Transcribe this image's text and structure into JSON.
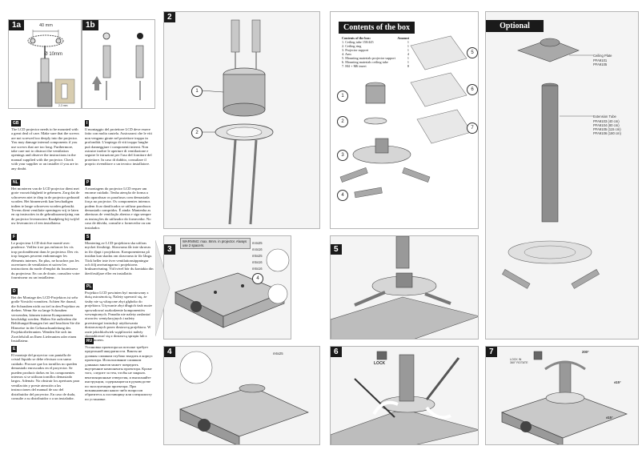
{
  "panels": {
    "p1a": "1a",
    "p1b": "1b",
    "p2": "2",
    "p3": "3",
    "p4": "4",
    "p5": "5",
    "p6": "6",
    "p7": "7"
  },
  "diagram1a": {
    "dim_40": "40 mm",
    "dim_10": "Ø 10mm",
    "dim_small": "2-3 mm"
  },
  "callouts": {
    "c1": "1",
    "c2": "2",
    "c3": "3",
    "c4": "4",
    "c5": "5",
    "c6": "6",
    "c7": "7"
  },
  "contents": {
    "header": "Contents of the box",
    "title": "Contents of the box:",
    "amount_label": "Amount",
    "items": [
      {
        "name": "1. Ceiling tube 150/445",
        "amount": "1"
      },
      {
        "name": "2. Ceiling ring",
        "amount": "1"
      },
      {
        "name": "3. Projector support",
        "amount": "1"
      },
      {
        "name": "4. Arm",
        "amount": "4"
      },
      {
        "name": "5. Mounting materials projector support",
        "amount": "1"
      },
      {
        "name": "6. Mounting materials ceiling tube",
        "amount": "1"
      },
      {
        "name": "7. M4 + M6 insert",
        "amount": "8"
      }
    ]
  },
  "optional": {
    "header": "Optional",
    "ceiling_plate": "Ceiling Plate",
    "ceiling_plate_codes": "PFA9101\nPFA9105",
    "extension": "Extension Tube",
    "extension_codes": "PFA9103 (40 cm)\nPFA9104 (80 cm)\nPFA9105 (115 cm)\nPFA9106 (180 cm)"
  },
  "panel3": {
    "warning": "WARNING: max. 8mm. in projector. Always use 2 spacers.",
    "sizes": [
      "m4x25",
      "m4x16",
      "m5x25",
      "m5x16",
      "m6x16"
    ]
  },
  "panel4": {
    "size": "m6x25"
  },
  "panel6": {
    "lock": "LOCK"
  },
  "panel7": {
    "lock_label": "LOCK IN\n360° ROTATE",
    "angle": "200°",
    "tilt": "±15°",
    "unlock": "±15°"
  },
  "texts": [
    {
      "lang": "GB",
      "body": "The LCD projector needs to be mounted with a great deal of care. Make sure that the screws are not screwed too deeply into the projector. You may damage internal components if you use screws that are too long. Furthermore, take care not to obstruct the ventilation openings and observe the instructions in the manual supplied with the projector. Check with your supplier or an installer if you are in any doubt."
    },
    {
      "lang": "NL",
      "body": "Het monteren van de LCD projector dient met grote voorzichtigheid te gebeuren. Zorg dat de schroeven niet te diep in de projector gedraaid worden. Het binnenwerk kan beschadigen indien te lange schroeven worden gebruikt. Tevens dient ventilatie openingen vrij te laten en op instructies in de gebruiksaanwijzing van de projector leveranciers Raadpleeg bij twijfel uw leverancier of een installateur."
    },
    {
      "lang": "F",
      "body": "Le projecteur LCD doit être monté avec prudence. Veillez à ne pas enfoncer les vis trop profondément dans le projecteur. Des vis trop longues peuvent endommager les éléments internes. En plus, ne bouchez pas les ouvertures de ventilation et suivez les instructions du mode d'emploi du fournisseur du projecteur. En cas de doute, consultez votre fournisseur ou un installateur."
    },
    {
      "lang": "D",
      "body": "Bei der Montage des LCD-Projektors ist sehr große Vorsicht vonnöten. Achten Sie darauf, die Schrauben nicht zu tief in den Projektor zu drehen. Wenn Sie zu lange Schrauben verwenden, können interne Komponenten beschädigt werden. Halten Sie außerdem die Belüftungsöffnungen frei und beachten Sie die Hinweise in der Gebrauchsanleitung des Projektorlieferanten. Wenden Sie sich im Zweifelsfall an Ihren Lieferanten oder einen Installateur."
    },
    {
      "lang": "E",
      "body": "El montaje del proyector con pantalla de cristal líquido se debe efectuar con sumo cuidado. Procure que los tornillos no queden demasiado enroscados en el proyector. Se pueden producir daños en los componentes internos si se utilizan tornillos demasiado largos. Además: No obstruir los aperturas para ventilación y preste atención a las instrucciones del manual de uso del distribuidor del proyector. En caso de duda, consulte a su distribuidor o a un instalador."
    },
    {
      "lang": "I",
      "body": "Il montaggio del proiettore LCD deve essere fatto con molta cautela. Assicurarsi che le viti non vengano girate nel proiettore troppo in profondità. L'impiego di viti troppo lunghe può danneggiare i componenti interni. Non ostruire inoltre le aperture di ventilazione e seguire le istruzioni per l'uso del fornitore del proiettore. In caso di dubbio, consultare il proprio rivenditore o un tecnico installatore."
    },
    {
      "lang": "P",
      "body": "A montagem do projector LCD requer um enorme cuidado. Tenha atenção de forma a não aparafusar os parafusos com demasiada força no projector. Os componentes internos podem ficar danificados se utilizar parafusos demasiado compridos. É ainda: Mantenha as aberturas de ventilação abertas e siga sempre as instruções do utilizador do fornecedor. No caso de dúvida, consulte o fornecedor ou um instalador."
    },
    {
      "lang": "S",
      "body": "Montering av LCD-projektorn ska utföras mycket försiktigt. Skruvarna får inte skruvas in för djupt i projektorn. Komponenterna på insidan kan skadas om skruvarna är för långa. Täck heller inte över ventilationsöppningar och följ anvisningarna i projektorns bruksanvisning. Vid tvivel bör du kontakta din återförsäljare eller en installatör."
    },
    {
      "lang": "PL",
      "body": "Projektor LCD powinien być montowany z dużą ostrożnością. Należy upewnić się, że śruby nie są wkręcone zbyt głęboko do projektora. Używanie zbyt długich śrub może spowodować uszkodzenie komponentów wewnętrznych. Ponadto nie należy zasłaniać otworów wentylacyjnych i należy przestrzegać instrukcji użytkowania dostarczonych przez dostawcę projektora. W razie jakichkolwiek wątpliwości należy skontaktować się z dostawcą sprzętu lub z instalatorem."
    },
    {
      "lang": "RU",
      "body": "Установка проектора на потолке требует предельной аккуратности. Винты не должны слишком глубоко входить в корпус проектора. Использование слишком длинных винтов может повредить внутренние компоненты проектора. Кроме того, следите за тем, чтобы не закрыть вентиляционные отверстия, и выполняйте инструкции, содержащиеся в руководстве по эксплуатации проектора. При возникновении каких-либо вопросов обратитесь к поставщику или специалисту по установке."
    }
  ]
}
